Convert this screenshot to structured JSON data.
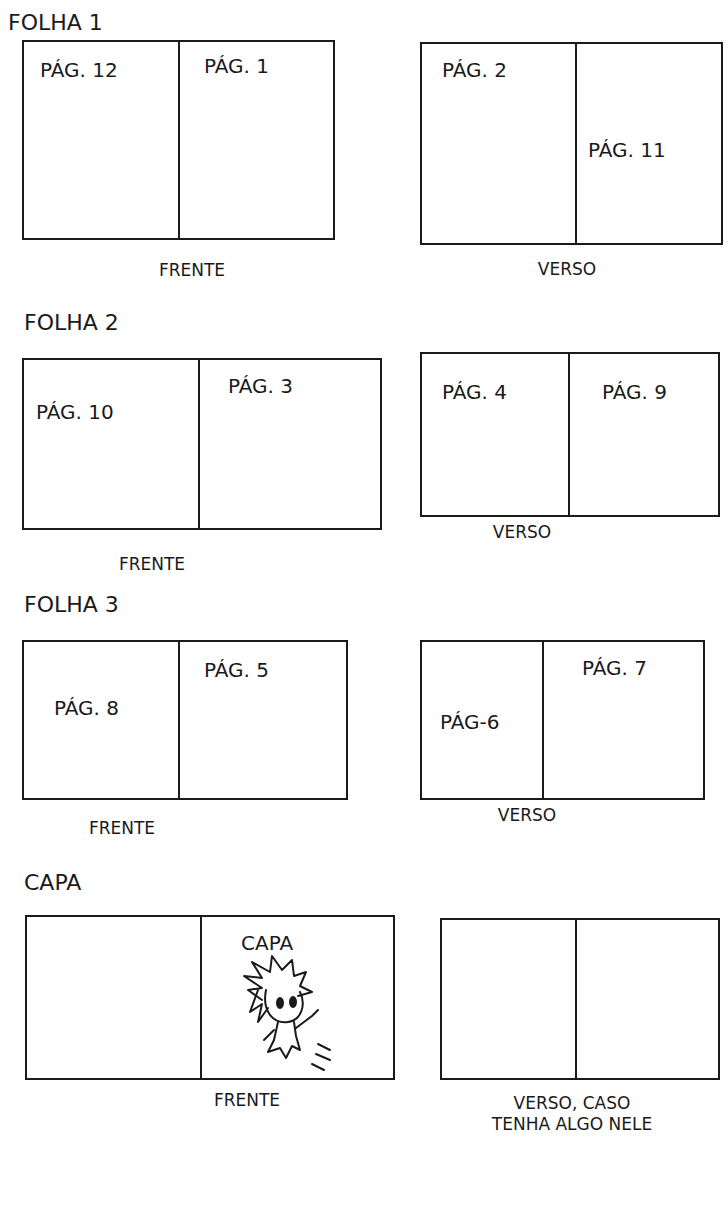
{
  "diagram": {
    "nodes": [
      {
        "text": [
          "FRENTE"
        ]
      },
      {
        "text": [
          "PÁG. 12"
        ],
        "in": 0
      },
      {
        "text": [
          "PÁG. 1"
        ],
        "in": 0
      },
      {
        "text": [
          "VERSO"
        ]
      },
      {
        "text": [
          "PÁG. 2"
        ],
        "in": 3
      },
      {
        "text": [
          "PÁG. 11"
        ],
        "in": 3
      },
      {
        "text": [
          "FRENTE"
        ]
      },
      {
        "text": [
          "PÁG. 10"
        ],
        "in": 6
      },
      {
        "text": [
          "PÁG. 3"
        ],
        "in": 6
      },
      {
        "text": [
          "VERSO"
        ]
      },
      {
        "text": [
          "PÁG. 4"
        ],
        "in": 9
      },
      {
        "text": [
          "PÁG. 9"
        ],
        "in": 9
      },
      {
        "text": [
          "FRENTE"
        ]
      },
      {
        "text": [
          "PÁG. 8"
        ],
        "in": 12
      },
      {
        "text": [
          "PÁG. 5"
        ],
        "in": 12
      },
      {
        "text": [
          "VERSO"
        ]
      },
      {
        "text": [
          "PÁG-6"
        ],
        "in": 15
      },
      {
        "text": [
          "PÁG. 7"
        ],
        "in": 15
      },
      {
        "text": [
          "FRENTE"
        ]
      },
      {
        "text": [
          "CAPA"
        ],
        "in": 18
      },
      {
        "text": [
          "VERSO, CASO TENHA ALGO NELE"
        ]
      }
    ],
    "labels": [
      "FOLHA 1",
      "FOLHA 2",
      "FOLHA 3",
      "CAPA"
    ]
  }
}
